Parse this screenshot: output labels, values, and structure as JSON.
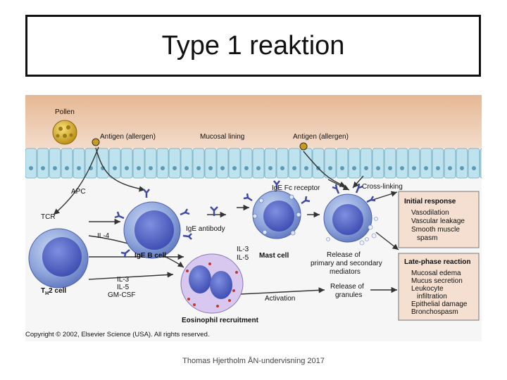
{
  "slide": {
    "title": "Type 1 reaktion",
    "footer": "Thomas Hjertholm ÅN-undervisning 2017"
  },
  "figure": {
    "labels": {
      "pollen": "Pollen",
      "antigen_left": "Antigen (allergen)",
      "mucosal_lining": "Mucosal lining",
      "antigen_right": "Antigen (allergen)",
      "apc": "APC",
      "ige_fc_receptor": "IgE Fc receptor",
      "cross_linking": "Cross-linking",
      "tcr": "TCR",
      "il4": "IL-4",
      "ige_antibody": "IgE antibody",
      "ige_b_cell": "IgE B cell",
      "il3_mast": "IL-3",
      "il5_mast": "IL-5",
      "mast_cell": "Mast cell",
      "release_primary_1": "Release of",
      "release_primary_2": "primary and secondary",
      "release_primary_3": "mediators",
      "th2_main": "T",
      "th2_sub": "H",
      "th2_rest": "2 cell",
      "il3_th2": "IL-3",
      "il5_th2": "IL-5",
      "gmcsf": "GM-CSF",
      "activation": "Activation",
      "release_granules_1": "Release of",
      "release_granules_2": "granules",
      "eosinophil": "Eosinophil recruitment",
      "copyright": "Copyright © 2002, Elsevier Science (USA). All rights reserved."
    },
    "initial_response": {
      "title": "Initial response",
      "items": [
        "Vasodilation",
        "Vascular leakage",
        "Smooth muscle",
        "spasm"
      ]
    },
    "late_phase": {
      "title": "Late-phase reaction",
      "items": [
        "Mucosal edema",
        "Mucus secretion",
        "Leukocyte",
        "infiltration",
        "Epithelial damage",
        "Bronchospasm"
      ]
    }
  }
}
